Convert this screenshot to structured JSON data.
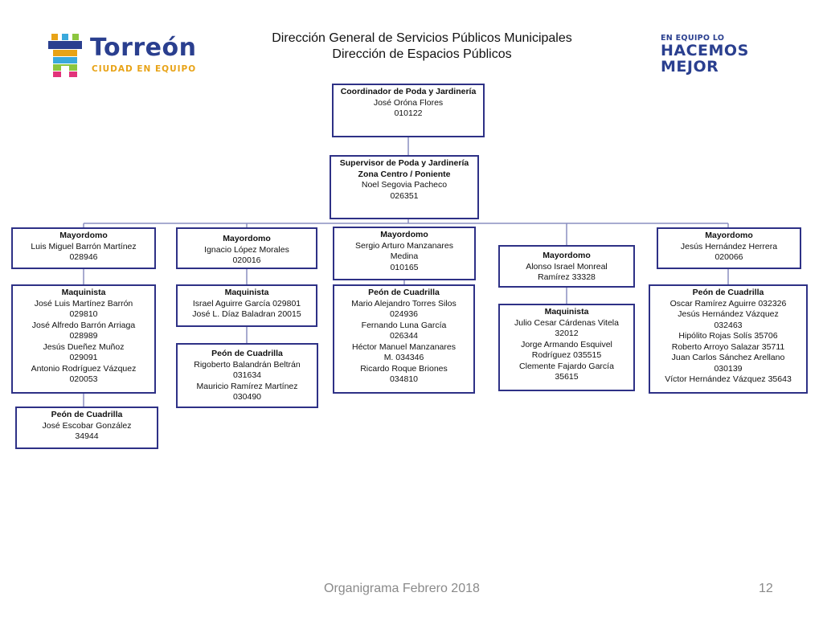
{
  "header": {
    "title_line1": "Dirección General de Servicios Públicos Municipales",
    "title_line2": "Dirección  de Espacios Públicos",
    "logo_left_name": "Torreón",
    "logo_left_sub": "CIUDAD EN EQUIPO",
    "logo_right_line1": "EN EQUIPO LO",
    "logo_right_line2": "HACEMOS",
    "logo_right_line3": "MEJOR",
    "brand_color": "#2a3f8f",
    "accent_color": "#e8a317"
  },
  "org": {
    "coordinator": {
      "title": "Coordinador  de Poda y Jardinería",
      "lines": [
        "José Oróna Flores",
        "010122"
      ]
    },
    "supervisor": {
      "title": "Supervisor de Poda y Jardinería Zona Centro / Poniente",
      "lines": [
        "Noel Segovia Pacheco",
        "026351"
      ]
    },
    "mayordomos": [
      {
        "title": "Mayordomo",
        "lines": [
          "Luis Miguel Barrón Martínez",
          "028946"
        ]
      },
      {
        "title": "Mayordomo",
        "lines": [
          "Ignacio López Morales",
          "020016"
        ]
      },
      {
        "title": "Mayordomo",
        "lines": [
          "Sergio Arturo Manzanares",
          "Medina",
          "010165"
        ]
      },
      {
        "title": "Mayordomo",
        "lines": [
          "Alonso Israel Monreal",
          "Ramírez  33328"
        ]
      },
      {
        "title": "Mayordomo",
        "lines": [
          "Jesús Hernández Herrera",
          "020066"
        ]
      }
    ],
    "col1_maquinista": {
      "title": "Maquinista",
      "lines": [
        "José Luis Martínez Barrón",
        "029810",
        "José Alfredo Barrón Arriaga",
        "028989",
        "Jesús Dueñez Muñoz",
        "029091",
        "Antonio Rodríguez Vázquez",
        "020053"
      ]
    },
    "col1_peon": {
      "title": "Peón de Cuadrilla",
      "lines": [
        "José Escobar González",
        "34944"
      ]
    },
    "col2_maquinista": {
      "title": "Maquinista",
      "lines": [
        "Israel Aguirre García   029801",
        "José L. Díaz Baladran   20015"
      ]
    },
    "col2_peon": {
      "title": "Peón de Cuadrilla",
      "lines": [
        "Rigoberto Balandrán  Beltrán",
        "031634",
        "Mauricio Ramírez Martínez",
        "030490"
      ]
    },
    "col3_peon": {
      "title": "Peón de Cuadrilla",
      "lines": [
        "Mario Alejandro Torres Silos",
        "024936",
        "Fernando Luna García",
        "026344",
        "Héctor Manuel Manzanares",
        "M.  034346",
        "Ricardo Roque Briones",
        "034810"
      ]
    },
    "col4_maquinista": {
      "title": "Maquinista",
      "lines": [
        "Julio Cesar Cárdenas Vitela",
        "32012",
        "Jorge Armando Esquivel",
        "Rodríguez  035515",
        "Clemente Fajardo García",
        "35615"
      ]
    },
    "col5_peon": {
      "title": "Peón de Cuadrilla",
      "lines": [
        "Oscar Ramírez Aguirre     032326",
        "Jesús Hernández Vázquez",
        "032463",
        "Hipólito Rojas Solís   35706",
        "Roberto Arroyo Salazar  35711",
        "Juan Carlos  Sánchez Arellano",
        "030139",
        "Víctor Hernández Vázquez 35643"
      ]
    },
    "box_border_color": "#2e3186",
    "line_color": "#8a8fc0"
  },
  "footer": {
    "caption": "Organigrama Febrero 2018",
    "page_number": "12"
  }
}
